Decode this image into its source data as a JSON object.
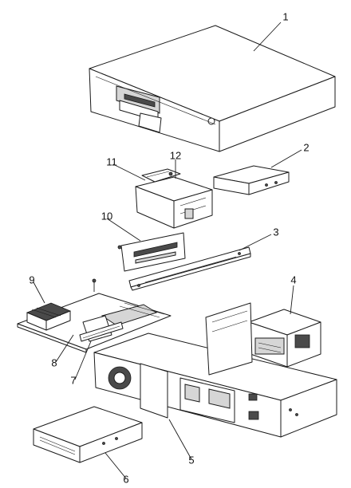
{
  "callouts": [
    {
      "number": "1"
    },
    {
      "number": "2"
    },
    {
      "number": "3"
    },
    {
      "number": "4"
    },
    {
      "number": "5"
    },
    {
      "number": "6"
    },
    {
      "number": "7"
    },
    {
      "number": "8"
    },
    {
      "number": "9"
    },
    {
      "number": "10"
    },
    {
      "number": "11"
    },
    {
      "number": "12"
    }
  ]
}
